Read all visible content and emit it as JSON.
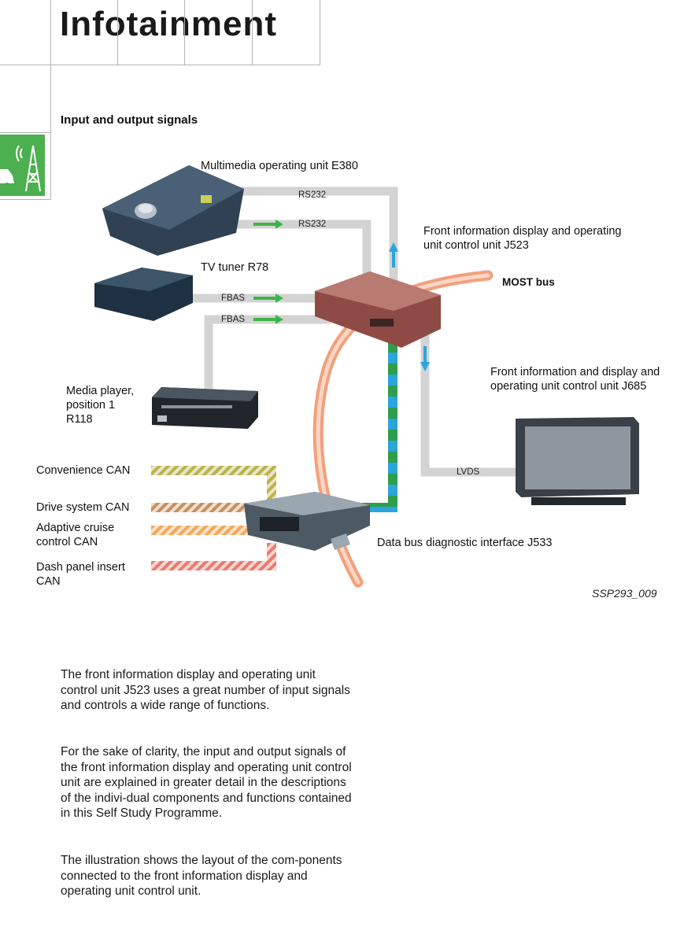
{
  "header": {
    "title": "Infotainment"
  },
  "section": {
    "heading": "Input and output signals"
  },
  "components": {
    "e380": "Multimedia operating unit E380",
    "j523_line1": "Front information display and operating",
    "j523_line2": "unit control unit J523",
    "most": "MOST bus",
    "r78": "TV tuner R78",
    "j685_line1": "Front information and display and",
    "j685_line2": "operating unit control unit J685",
    "r118_line1": "Media player,",
    "r118_line2": "position 1",
    "r118_line3": "R118",
    "j533": "Data bus diagnostic interface J533"
  },
  "can_buses": {
    "convenience": "Convenience CAN",
    "drive": "Drive system CAN",
    "acc_line1": "Adaptive cruise",
    "acc_line2": "control CAN",
    "dash_line1": "Dash panel insert",
    "dash_line2": "CAN"
  },
  "signals": {
    "rs232_top": "RS232",
    "rs232_bottom": "RS232",
    "fbas_top": "FBAS",
    "fbas_bottom": "FBAS",
    "lvds": "LVDS"
  },
  "figure_ref": "SSP293_009",
  "body": {
    "p1": "The front information display and operating unit control unit J523 uses a great number of input signals and controls a wide range of functions.",
    "p2": "For the sake of clarity, the input and output signals of the front information display and operating unit control unit are explained in greater detail in the descriptions of the indivi-dual components and functions contained in this Self Study Programme.",
    "p3": "The illustration shows the layout of the com-ponents connected to the front information display and operating unit control unit."
  },
  "colors": {
    "most_bus": "#f2a07c",
    "signal_path": "#d3d3d3",
    "signal_arrow": "#3cb54a",
    "j523_housing": "#a8625a",
    "diag_blue": "#2aa5dd",
    "diag_green": "#2f9e4a",
    "can_convenience": "#b9b34a",
    "can_drive": "#c7905e",
    "can_acc": "#f0a85e",
    "can_dash": "#e97b6f",
    "icon_tile": "#4caf50"
  }
}
